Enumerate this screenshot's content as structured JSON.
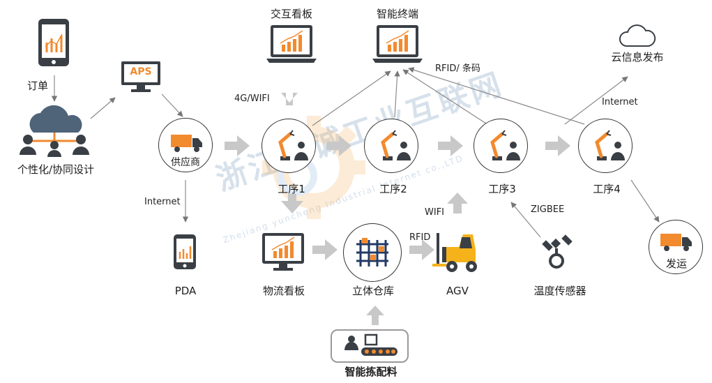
{
  "labels": {
    "order": "订单",
    "design": "个性化/协同设计",
    "aps": "APS",
    "supplier": "供应商",
    "interactive_board": "交互看板",
    "smart_terminal": "智能终端",
    "cloud_publish": "云信息发布",
    "rfid_barcode": "RFID/ 条码",
    "wifi_4g": "4G/WIFI",
    "internet_top": "Internet",
    "internet_left": "Internet",
    "step1": "工序1",
    "step2": "工序2",
    "step3": "工序3",
    "step4": "工序4",
    "pda": "PDA",
    "logistics_board": "物流看板",
    "warehouse": "立体仓库",
    "rfid": "RFID",
    "wifi": "WIFI",
    "agv": "AGV",
    "zigbee": "ZIGBEE",
    "temp_sensor": "温度传感器",
    "shipping": "发运",
    "picking": "智能拣配料"
  },
  "watermark": {
    "main": "浙江云诚工业互联网",
    "sub": "Zhejiang yuncheng Industrial Internet co.,LTD"
  },
  "colors": {
    "orange": "#f28a2e",
    "dark": "#3a3f45",
    "blue_gray": "#4f6479",
    "arrow_gray": "#c8c8c8",
    "line_gray": "#8a8a8a",
    "navy": "#223a66"
  },
  "icons": {
    "robot": "robot-arm-with-worker-icon",
    "truck": "truck-icon",
    "cloud": "cloud-icon",
    "monitor": "monitor-chart-icon",
    "phone": "phone-chart-icon",
    "forklift": "forklift-icon",
    "sensor": "wireless-sensor-icon",
    "shelf": "storage-grid-icon",
    "conveyor": "conveyor-icon"
  }
}
